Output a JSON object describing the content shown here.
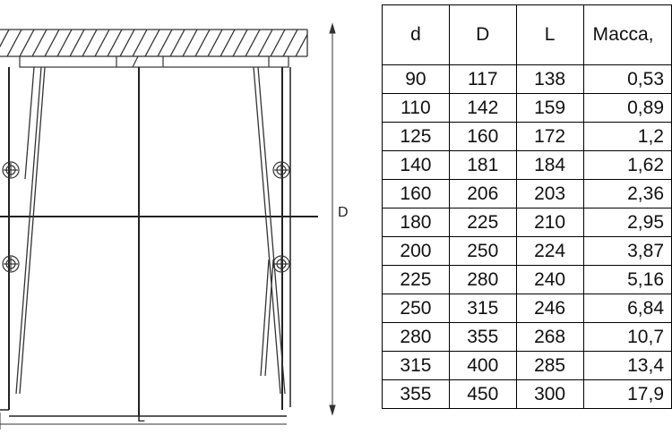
{
  "drawing": {
    "dimension_D": "D",
    "dimension_L": "L"
  },
  "table": {
    "headers": [
      "d",
      "D",
      "L",
      "Масса,"
    ],
    "rows": [
      [
        "90",
        "117",
        "138",
        "0,53"
      ],
      [
        "110",
        "142",
        "159",
        "0,89"
      ],
      [
        "125",
        "160",
        "172",
        "1,2"
      ],
      [
        "140",
        "181",
        "184",
        "1,62"
      ],
      [
        "160",
        "206",
        "203",
        "2,36"
      ],
      [
        "180",
        "225",
        "210",
        "2,95"
      ],
      [
        "200",
        "250",
        "224",
        "3,87"
      ],
      [
        "225",
        "280",
        "240",
        "5,16"
      ],
      [
        "250",
        "315",
        "246",
        "6,84"
      ],
      [
        "280",
        "355",
        "268",
        "10,7"
      ],
      [
        "315",
        "400",
        "285",
        "13,4"
      ],
      [
        "355",
        "450",
        "300",
        "17,9"
      ]
    ]
  }
}
